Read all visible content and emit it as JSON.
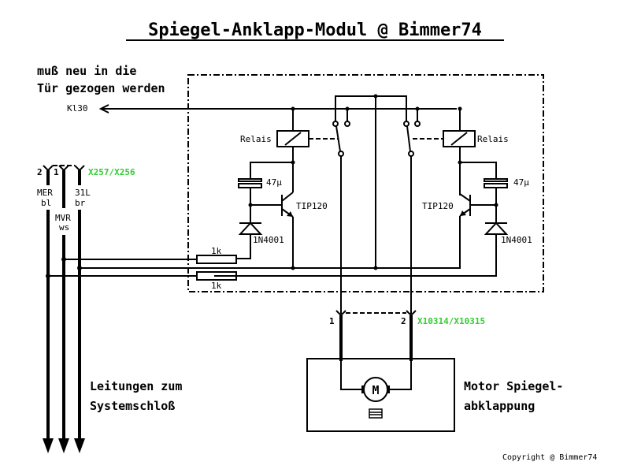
{
  "title": "Spiegel-Anklapp-Modul @ Bimmer74",
  "note_top": [
    "muß neu in die",
    "Tür gezogen werden"
  ],
  "kl30_label": "Kl30",
  "connector_left": {
    "code": "X257/X256",
    "pins": [
      "2",
      "1"
    ],
    "wires": [
      {
        "name": "MER",
        "color": "bl"
      },
      {
        "name": "MVR",
        "color": "ws"
      },
      {
        "name": "31L",
        "color": "br"
      }
    ]
  },
  "relay_label": "Relais",
  "capacitor_label": "47µ",
  "transistor_label": "TIP120",
  "diode_label": "1N4001",
  "resistor_label": "1k",
  "connector_motor": {
    "code": "X10314/X10315",
    "pins": [
      "1",
      "2"
    ]
  },
  "motor_symbol": "M",
  "note_bottom_left": [
    "Leitungen zum",
    "Systemschloß"
  ],
  "note_bottom_right": [
    "Motor Spiegel-",
    "abklappung"
  ],
  "copyright": "Copyright @ Bimmer74"
}
